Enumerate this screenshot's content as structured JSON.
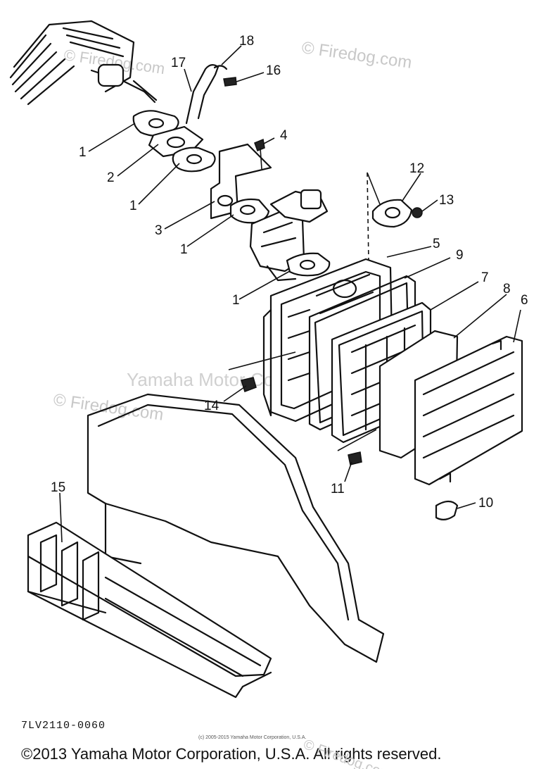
{
  "watermarks": {
    "firedog": "© Firedog.com",
    "center": "Yamaha Motor Corporation, U.S.A."
  },
  "callouts": [
    "1",
    "2",
    "1",
    "1",
    "1",
    "3",
    "4",
    "5",
    "6",
    "7",
    "8",
    "9",
    "10",
    "11",
    "12",
    "13",
    "14",
    "15",
    "16",
    "17",
    "18"
  ],
  "diagram_code": "7LV2110-0060",
  "small_copyright": "(c) 2005-2015 Yamaha Motor Corporation, U.S.A.",
  "copyright": "©2013 Yamaha Motor Corporation, U.S.A. All rights reserved."
}
